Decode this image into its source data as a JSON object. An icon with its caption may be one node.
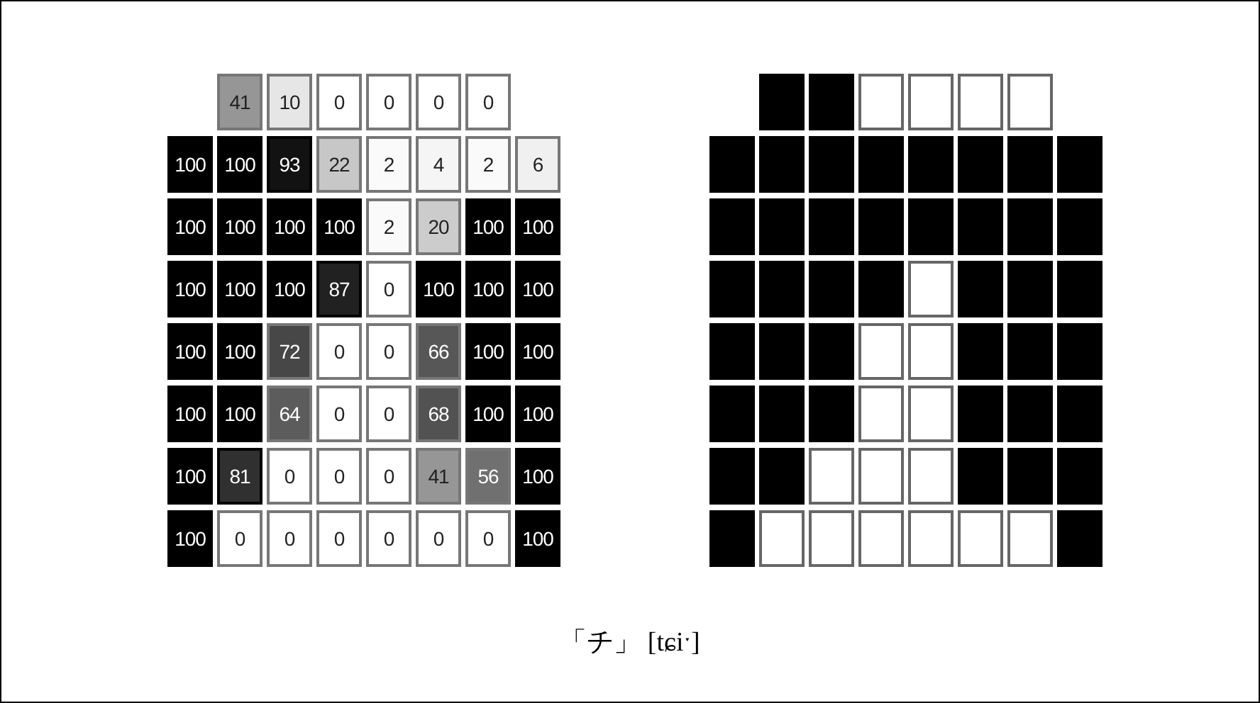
{
  "diagram": {
    "caption": "「チ」 [tɕiˑ]",
    "labels": [
      "41",
      "10",
      "0",
      "0",
      "0",
      "0",
      "100",
      "100",
      "93",
      "22",
      "2",
      "4",
      "2",
      "6",
      "100",
      "100",
      "100",
      "100",
      "2",
      "20",
      "100",
      "100",
      "100",
      "100",
      "100",
      "87",
      "0",
      "100",
      "100",
      "100",
      "100",
      "100",
      "72",
      "0",
      "0",
      "66",
      "100",
      "100",
      "100",
      "100",
      "64",
      "0",
      "0",
      "68",
      "100",
      "100",
      "100",
      "81",
      "0",
      "0",
      "0",
      "41",
      "56",
      "100",
      "100",
      "0",
      "0",
      "0",
      "0",
      "0",
      "0",
      "100"
    ]
  }
}
